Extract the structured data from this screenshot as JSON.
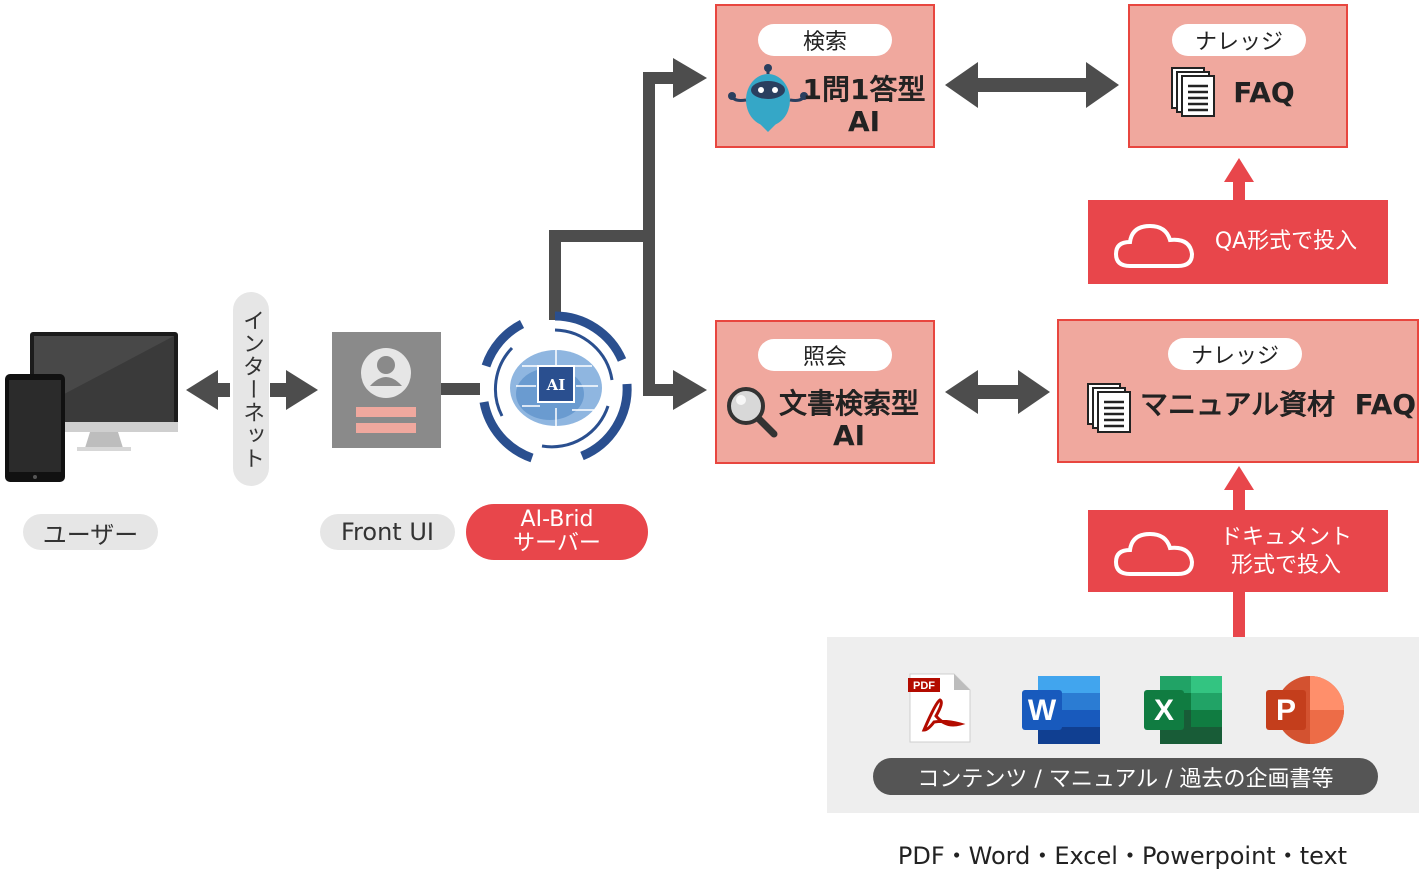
{
  "user": {
    "label": "ユーザー"
  },
  "internet": {
    "label": "インターネット"
  },
  "front_ui": {
    "label": "Front UI"
  },
  "server": {
    "line1": "AI-Brid",
    "line2": "サーバー",
    "chip_label": "AI"
  },
  "search_box": {
    "tag": "検索",
    "title": "1問1答型\nAI"
  },
  "inquiry_box": {
    "tag": "照会",
    "title": "文書検索型\nAI"
  },
  "knowledge_top": {
    "tag": "ナレッジ",
    "title": "FAQ"
  },
  "knowledge_bottom": {
    "tag": "ナレッジ",
    "title": "マニュアル資材  FAQ"
  },
  "ingest_qa": {
    "label": "QA形式で投入"
  },
  "ingest_doc": {
    "line1": "ドキュメント",
    "line2": "形式で投入"
  },
  "sources": {
    "caption": "コンテンツ / マニュアル / 過去の企画書等",
    "icons": [
      {
        "name": "pdf-icon",
        "label": "PDF"
      },
      {
        "name": "word-icon",
        "label": "W"
      },
      {
        "name": "excel-icon",
        "label": "X"
      },
      {
        "name": "powerpoint-icon",
        "label": "P"
      }
    ]
  },
  "footer": {
    "formats": "PDF・Word・Excel・Powerpoint・text"
  },
  "colors": {
    "pink": "#f0a89e",
    "red": "#e8464b",
    "arrow": "#4d4d4d",
    "server_blue": "#2a4f8f"
  }
}
